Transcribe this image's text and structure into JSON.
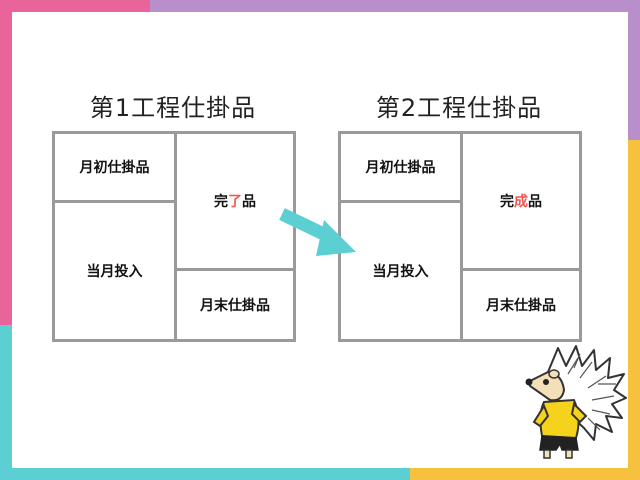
{
  "diagram": {
    "left": {
      "title": "第1工程仕掛品",
      "beginning_label": "月初仕掛品",
      "input_label": "当月投入",
      "completed_pre": "完",
      "completed_accent": "了",
      "completed_post": "品",
      "ending_label": "月末仕掛品"
    },
    "right": {
      "title": "第2工程仕掛品",
      "beginning_label": "月初仕掛品",
      "input_label": "当月投入",
      "completed_pre": "完",
      "completed_accent": "成",
      "completed_post": "品",
      "ending_label": "月末仕掛品"
    }
  },
  "colors": {
    "accent_text": "#f0554f",
    "arrow": "#5ccfd3",
    "border": "#9a9a9a"
  },
  "icons": {
    "transfer_arrow": "arrow-right-down-icon",
    "mascot": "hedgehog-mascot-icon"
  }
}
